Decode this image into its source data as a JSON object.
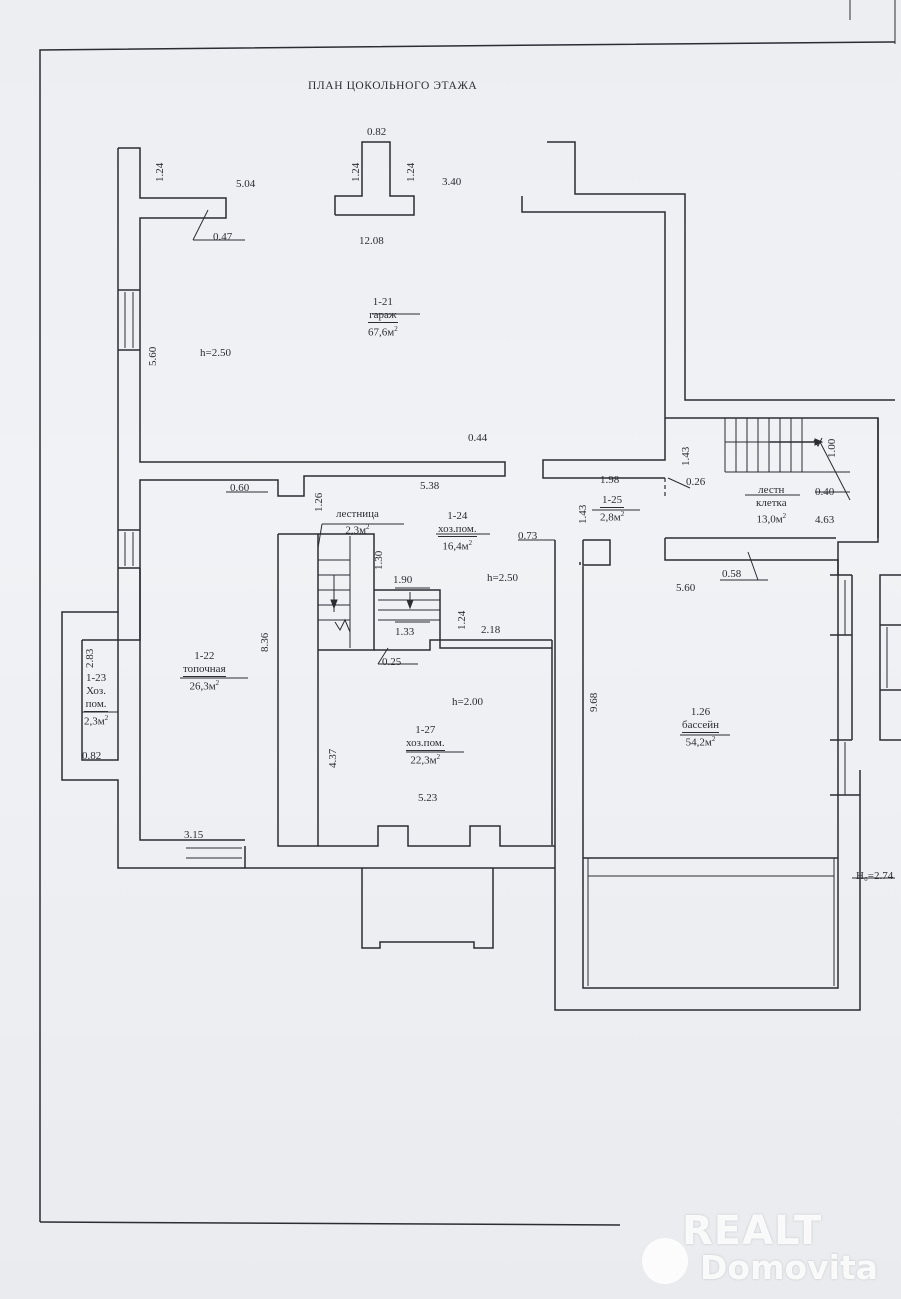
{
  "title": "ПЛАН ЦОКОЛЬНОГО ЭТАЖА",
  "rooms": {
    "r21": {
      "num": "1-21",
      "name": "гараж",
      "area": "67,6м"
    },
    "r22": {
      "num": "1-22",
      "name": "топочная",
      "area": "26,3м"
    },
    "r23": {
      "num": "1-23",
      "name1": "Хоз.",
      "name2": "пом.",
      "area": "2,3м"
    },
    "r24": {
      "num": "1-24",
      "name": "хоз.пом.",
      "area": "16,4м"
    },
    "r25": {
      "num": "1-25",
      "area": "2,8м"
    },
    "r26": {
      "num": "1.26",
      "name": "бассейн",
      "area": "54,2м"
    },
    "r27": {
      "num": "1-27",
      "name": "хоз.пом.",
      "area": "22,3м"
    },
    "stair": {
      "name": "лестница",
      "area": "2,3м"
    },
    "stairwell": {
      "name1": "лестн",
      "name2": "клетка",
      "area": "13,0м"
    }
  },
  "area_sup": "2",
  "heights": {
    "h1": "h=2.50",
    "h2": "h=2.50",
    "h3": "h=2.00",
    "h4": "H₀=2.74"
  },
  "dims": {
    "d082a": "0.82",
    "d124a": "1.24",
    "d504": "5.04",
    "d124b": "1.24",
    "d124c": "1.24",
    "d340": "3.40",
    "d047": "0.47",
    "d1208": "12.08",
    "d560a": "5.60",
    "d044": "0.44",
    "d143a": "1.43",
    "d100": "1.00",
    "d198": "1.98",
    "d026": "0.26",
    "d040": "0.40",
    "d060": "0.60",
    "d538": "5.38",
    "d126": "1.26",
    "d143b": "1.43",
    "d463": "4.63",
    "d073": "0.73",
    "d130": "1.30",
    "d190": "1.90",
    "d560b": "5.60",
    "d058": "0.58",
    "d124d": "1.24",
    "d218": "2.18",
    "d133": "1.33",
    "d836": "8.36",
    "d283": "2.83",
    "d025": "0.25",
    "d968": "9.68",
    "d082b": "0.82",
    "d437": "4.37",
    "d523": "5.23",
    "d315": "3.15"
  },
  "watermark": {
    "line1": "REALT",
    "line2": "Domovita"
  },
  "colors": {
    "ink": "#2b2d33",
    "paper": "#eef0f3"
  }
}
